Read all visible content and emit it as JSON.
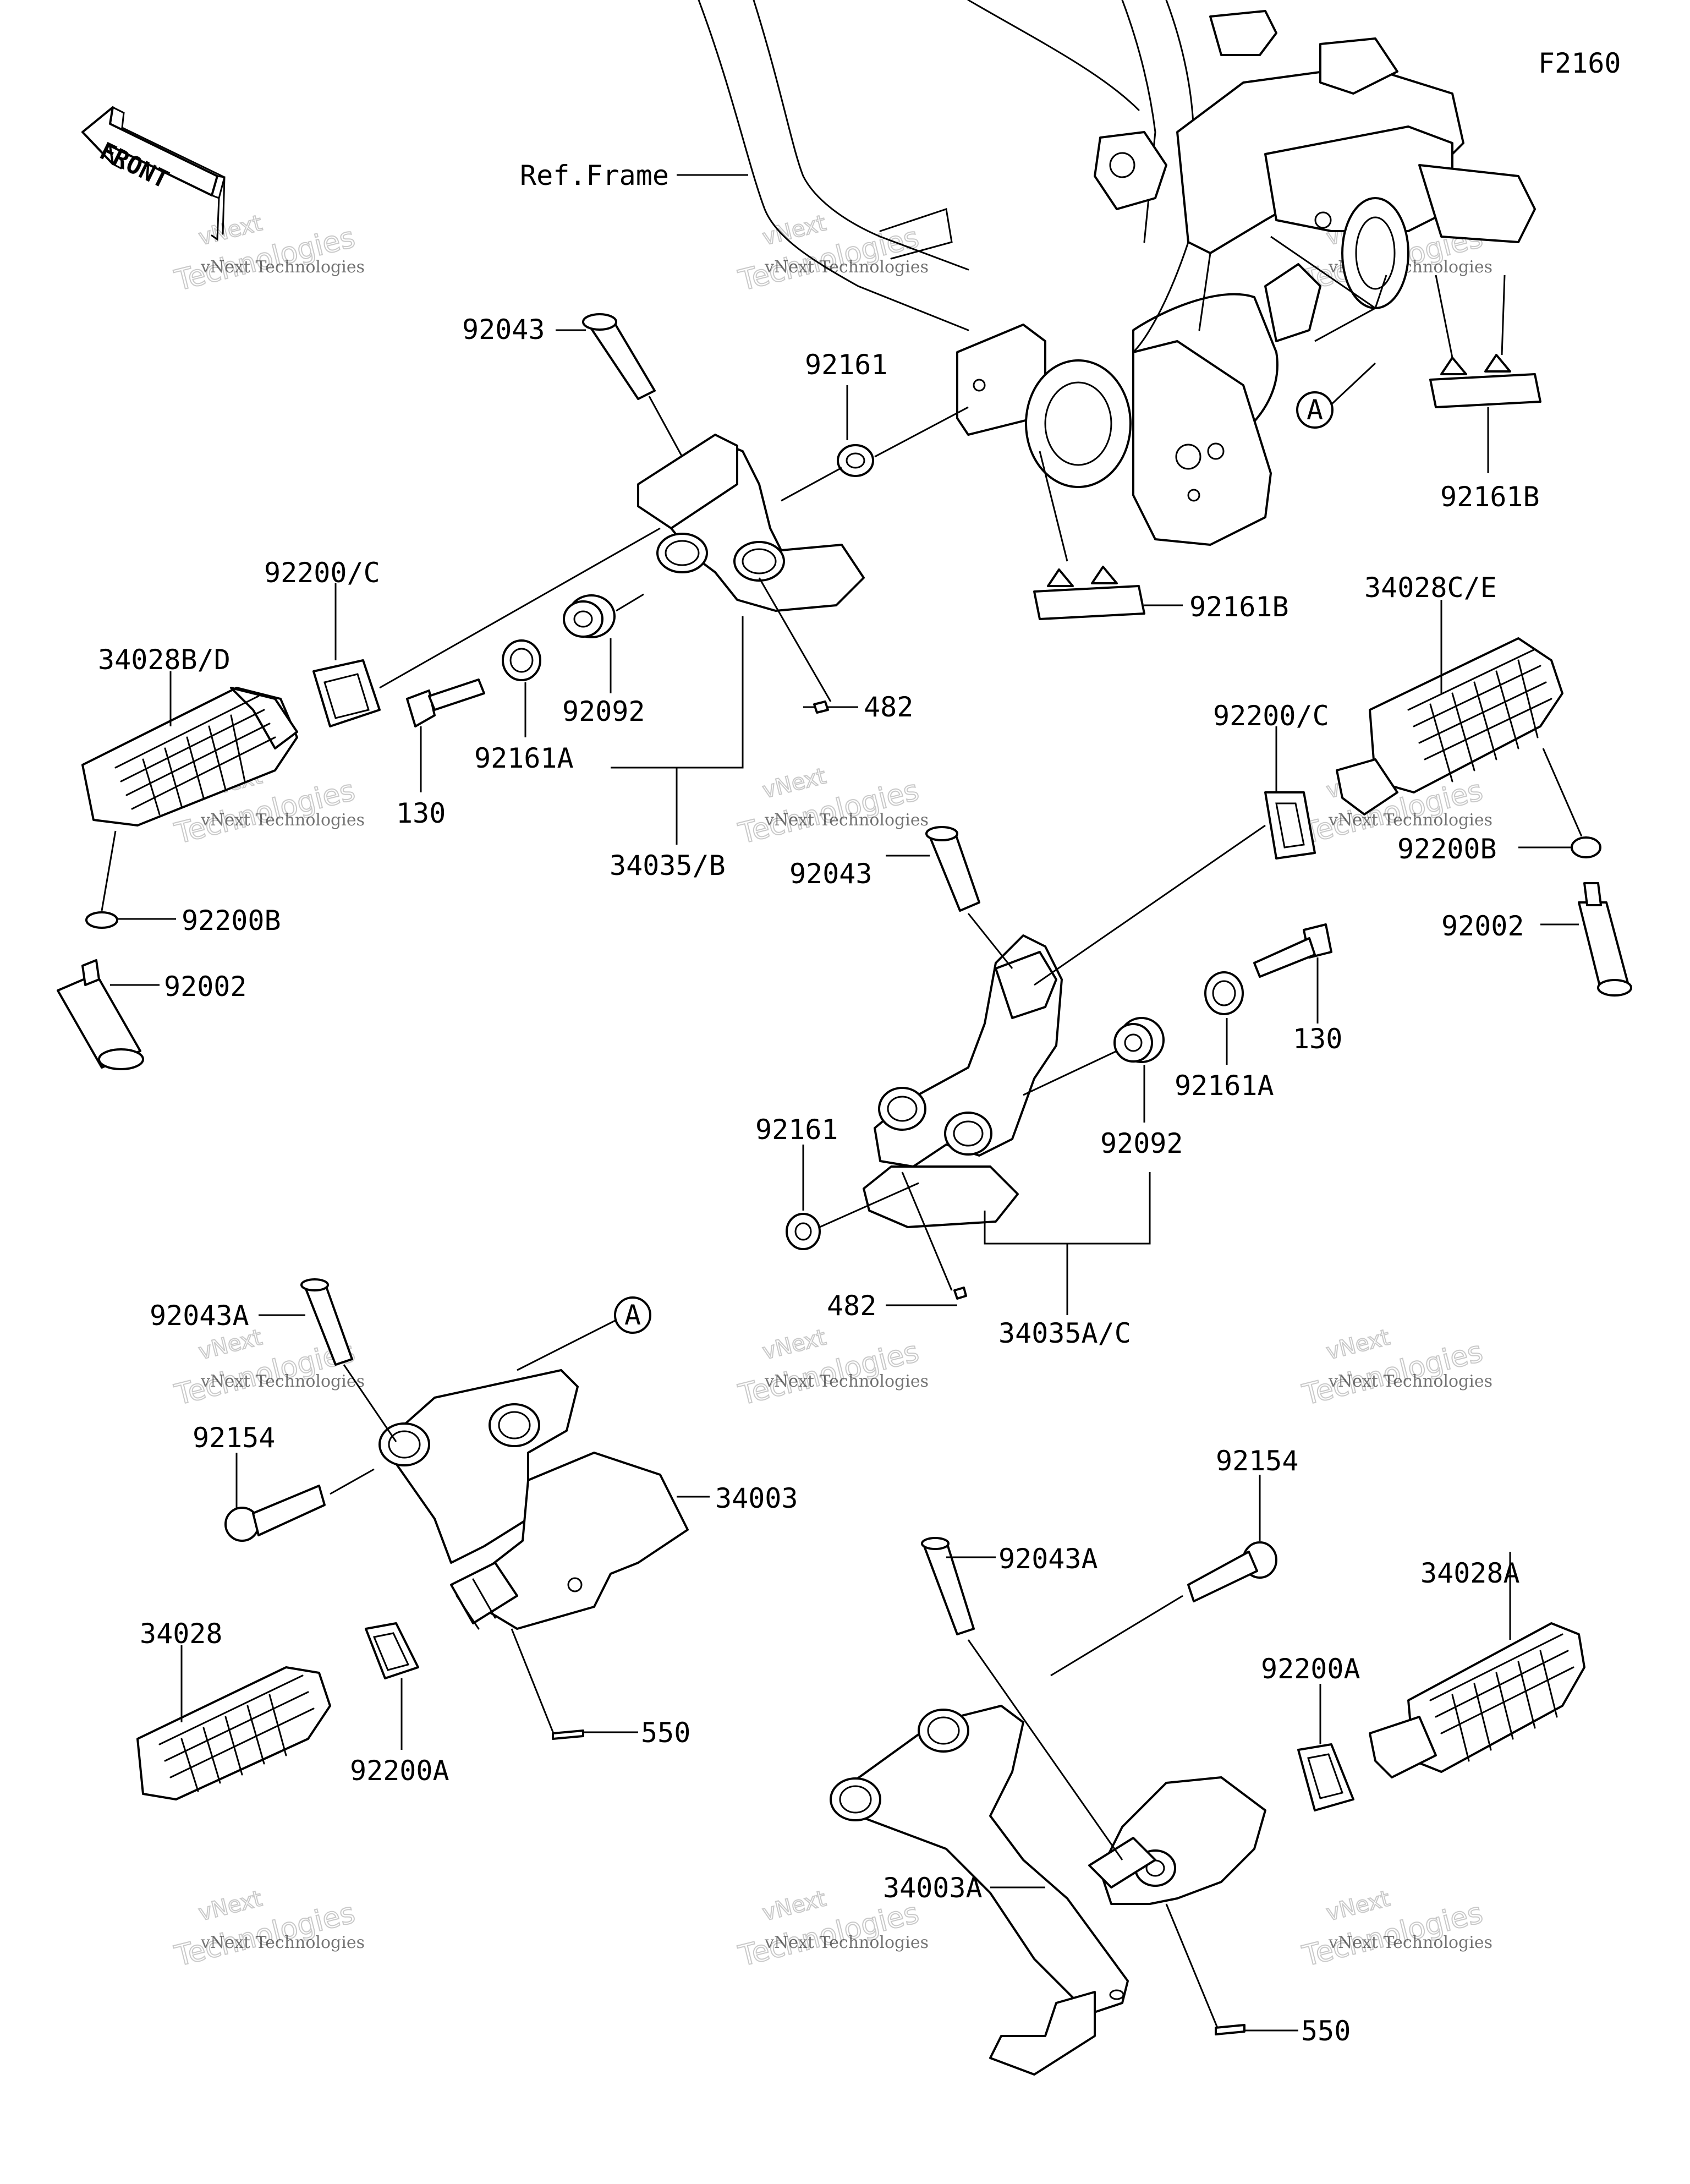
{
  "diagram_code": "F2160",
  "front_label": "FRONT",
  "ref_frame_label": "Ref.Frame",
  "callout_letter": "A",
  "watermark": {
    "company": "vNext Technologies",
    "brand_top": "vNext",
    "brand_bottom": "Technologies"
  },
  "labels": {
    "l01": "92043",
    "l02": "92161",
    "l03": "92161B",
    "l04": "92161B",
    "l05": "92200/C",
    "l06": "34028B/D",
    "l07": "92161A",
    "l08": "92092",
    "l09": "482",
    "l10": "130",
    "l11": "34035/B",
    "l12": "92200B",
    "l13": "92002",
    "l14": "34028C/E",
    "l15": "92200/C",
    "l16": "92043",
    "l17": "92200B",
    "l18": "92002",
    "l19": "130",
    "l20": "92161A",
    "l21": "92161",
    "l22": "92092",
    "l23": "482",
    "l24": "34035A/C",
    "l25": "92043A",
    "l26": "92154",
    "l27": "34003",
    "l28": "34028",
    "l29": "92200A",
    "l30": "550",
    "l31": "92154",
    "l32": "92043A",
    "l33": "34028A",
    "l34": "92200A",
    "l35": "34003A",
    "l36": "550"
  }
}
